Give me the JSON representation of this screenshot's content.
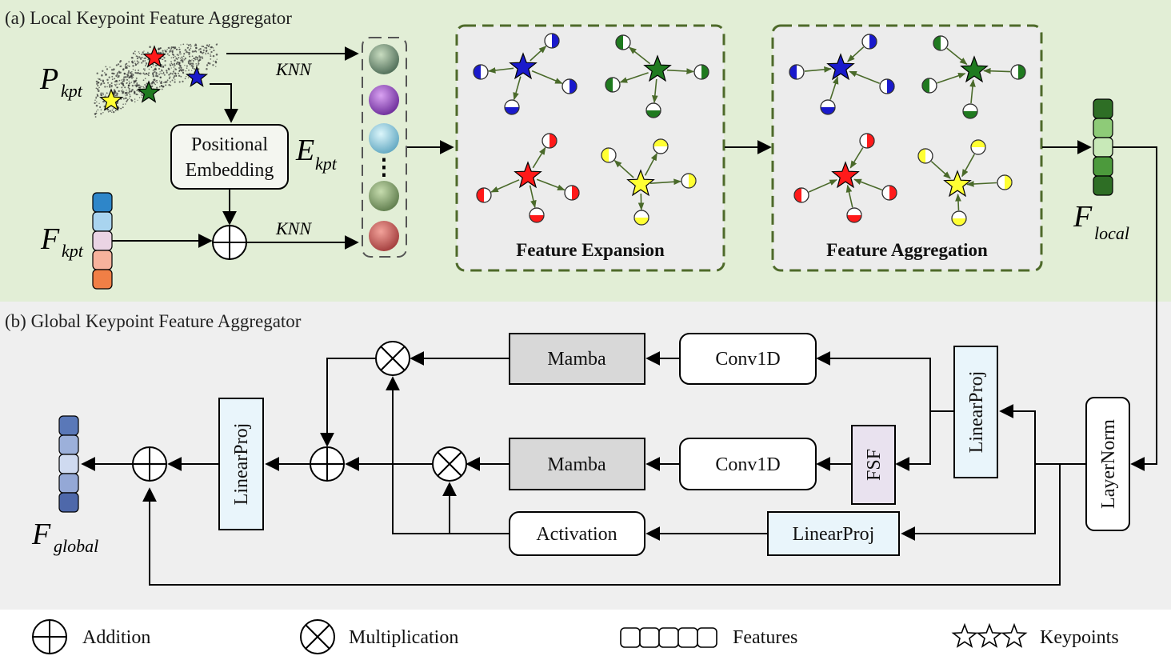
{
  "section_a": {
    "title": "(a) Local Keypoint Feature Aggregator",
    "knn_top": "KNN",
    "knn_bottom": "KNN",
    "pos_embed_line1": "Positional",
    "pos_embed_line2": "Embedding",
    "feature_expansion": "Feature Expansion",
    "feature_aggregation": "Feature Aggregation",
    "p_kpt": {
      "main": "P",
      "sub": "kpt"
    },
    "f_kpt": {
      "main": "F",
      "sub": "kpt"
    },
    "e_kpt": {
      "main": "E",
      "sub": "kpt"
    },
    "f_local": {
      "main": "F",
      "sub": "local"
    },
    "dots": "⋮"
  },
  "section_b": {
    "title": "(b) Global Keypoint Feature Aggregator",
    "mamba_top": "Mamba",
    "mamba_bottom": "Mamba",
    "conv1d_top": "Conv1D",
    "conv1d_bottom": "Conv1D",
    "fsf": "FSF",
    "linearproj_right": "LinearProj",
    "linearproj_bottom": "LinearProj",
    "linearproj_left": "LinearProj",
    "layernorm": "LayerNorm",
    "activation": "Activation",
    "f_global": {
      "main": "F",
      "sub": "global"
    }
  },
  "legend": {
    "addition": "Addition",
    "multiplication": "Multiplication",
    "features": "Features",
    "keypoints": "Keypoints"
  },
  "colors": {
    "section_a_bg": "#e2eed6",
    "section_b_bg": "#efefef",
    "dashed_border": "#4e6a2a",
    "dashed_fill": "#ececec",
    "mamba_fill": "#d8d8d8",
    "linearproj_fill": "#e9f5fb",
    "fsf_fill": "#e9e2ef",
    "star_red": "#ff1a1a",
    "star_blue": "#1a1acc",
    "star_green": "#1f7a1f",
    "star_yellow": "#ffff33",
    "arrow_green": "#4a6a2a"
  }
}
